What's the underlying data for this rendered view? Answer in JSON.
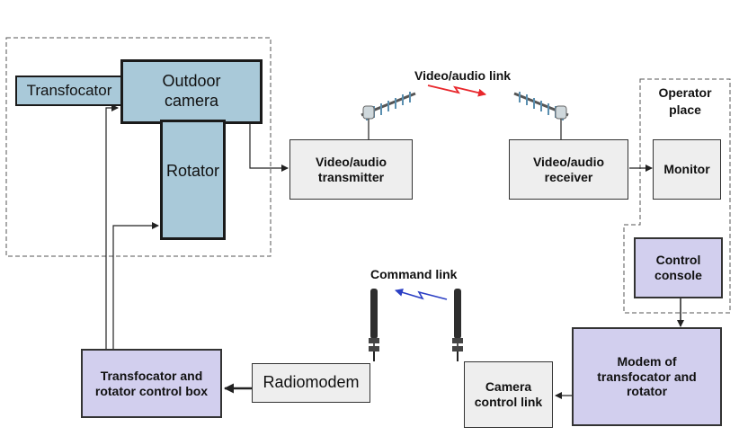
{
  "blocks": {
    "transfocator": "Transfocator",
    "outdoor_camera": "Outdoor camera",
    "rotator": "Rotator",
    "transmitter": "Video/audio transmitter",
    "receiver": "Video/audio receiver",
    "monitor": "Monitor",
    "control_console": "Control console",
    "modem": "Modem of transfocator and rotator",
    "camera_control_link": "Camera control link",
    "radiomodem": "Radiomodem",
    "control_box": "Transfocator and rotator control box"
  },
  "labels": {
    "video_link": "Video/audio link",
    "command_link": "Command link",
    "operator_place": "Operator place"
  },
  "colors": {
    "camera_blocks": "#a9c9d9",
    "radio_blocks": "#eeeeee",
    "control_blocks": "#d2cfee",
    "video_link_arrow": "#e8262b",
    "command_link_arrow": "#2b3fc4"
  }
}
